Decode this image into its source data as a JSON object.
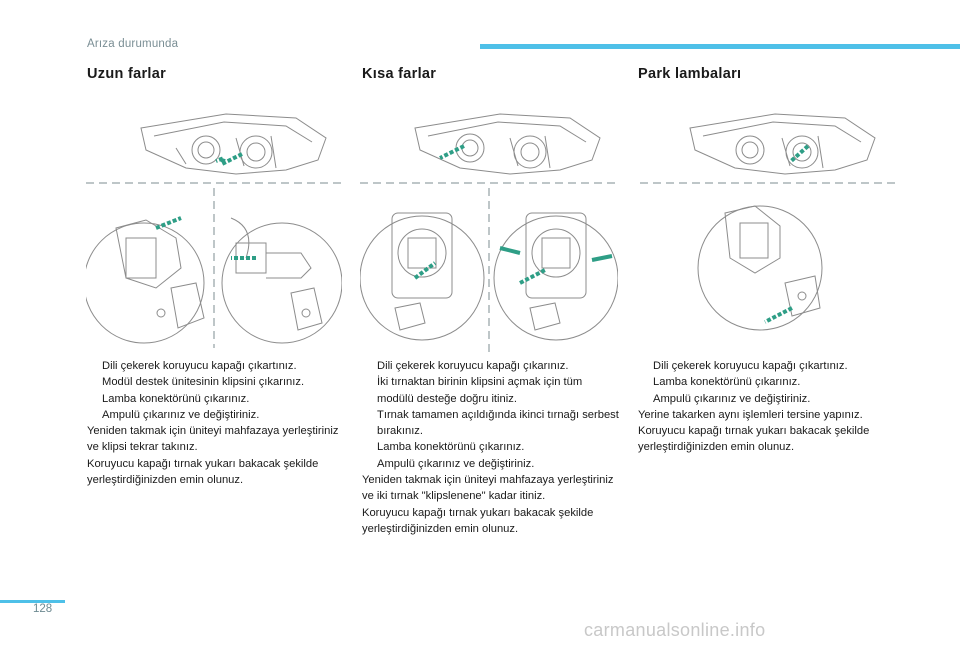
{
  "header": {
    "title": "Arıza durumunda"
  },
  "colors": {
    "accent": "#4ec0e8",
    "arrow": "#2e9e86"
  },
  "sections": [
    {
      "title": "Uzun farlar",
      "steps": [
        "Dili çekerek koruyucu kapağı çıkartınız.",
        "Modül destek ünitesinin klipsini çıkarınız.",
        "Lamba konektörünü çıkarınız.",
        "Ampulü çıkarınız ve değiştiriniz."
      ],
      "notes": [
        "Yeniden takmak için üniteyi mahfazaya yerleştiriniz ve klipsi tekrar takınız.",
        "Koruyucu kapağı tırnak yukarı bakacak şekilde yerleştirdiğinizden emin olunuz."
      ]
    },
    {
      "title": "Kısa farlar",
      "steps": [
        "Dili çekerek koruyucu kapağı çıkarınız.",
        "İki tırnaktan birinin klipsini açmak için tüm modülü desteğe doğru itiniz.",
        "Tırnak tamamen açıldığında ikinci tırnağı serbest bırakınız.",
        "Lamba konektörünü çıkarınız.",
        "Ampulü çıkarınız ve değiştiriniz."
      ],
      "notes": [
        "Yeniden takmak için üniteyi mahfazaya yerleştiriniz ve iki tırnak \"klipslenene\" kadar itiniz.",
        "Koruyucu kapağı tırnak yukarı bakacak şekilde yerleştirdiğinizden emin olunuz."
      ]
    },
    {
      "title": "Park lambaları",
      "steps": [
        "Dili çekerek koruyucu kapağı çıkartınız.",
        "Lamba konektörünü çıkarınız.",
        "Ampulü çıkarınız ve değiştiriniz."
      ],
      "notes": [
        "Yerine takarken aynı işlemleri tersine yapınız.",
        "Koruyucu kapağı tırnak yukarı bakacak şekilde yerleştirdiğinizden emin olunuz."
      ]
    }
  ],
  "bullet_icon": "checkbox-icon",
  "bullet_glyph": "",
  "footer": {
    "page_number": "128",
    "watermark": "carmanualsonline.info"
  }
}
